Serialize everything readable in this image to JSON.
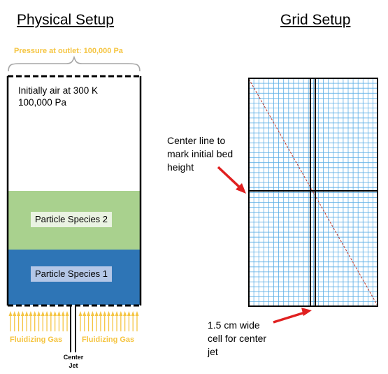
{
  "physical": {
    "heading": "Physical Setup",
    "outlet_label": "Pressure at outlet: 100,000 Pa",
    "initial_line1": "Initially air at 300 K",
    "initial_line2": "100,000 Pa",
    "species2": "Particle Species 2",
    "species1": "Particle Species 1",
    "gas_left": "Fluidizing Gas",
    "gas_right": "Fluidizing Gas",
    "jet_line1": "Center",
    "jet_line2": "Jet"
  },
  "grid": {
    "heading": "Grid Setup",
    "annot_center_line": [
      "Center line to",
      "mark initial bed",
      "height"
    ],
    "annot_cell": [
      "1.5 cm wide",
      "cell for center",
      "jet"
    ]
  },
  "colors": {
    "accent_yellow": "#f5c542",
    "species2_fill": "#a9d18e",
    "species1_fill": "#2e75b6",
    "species2_label_bg": "#eaf3e2",
    "species1_label_bg": "#b4c7e7",
    "grid_line": "#5aaee6",
    "arrow_red": "#e02020",
    "diagonal_red": "#c0392b",
    "bracket_gray": "#a6a6a6"
  }
}
